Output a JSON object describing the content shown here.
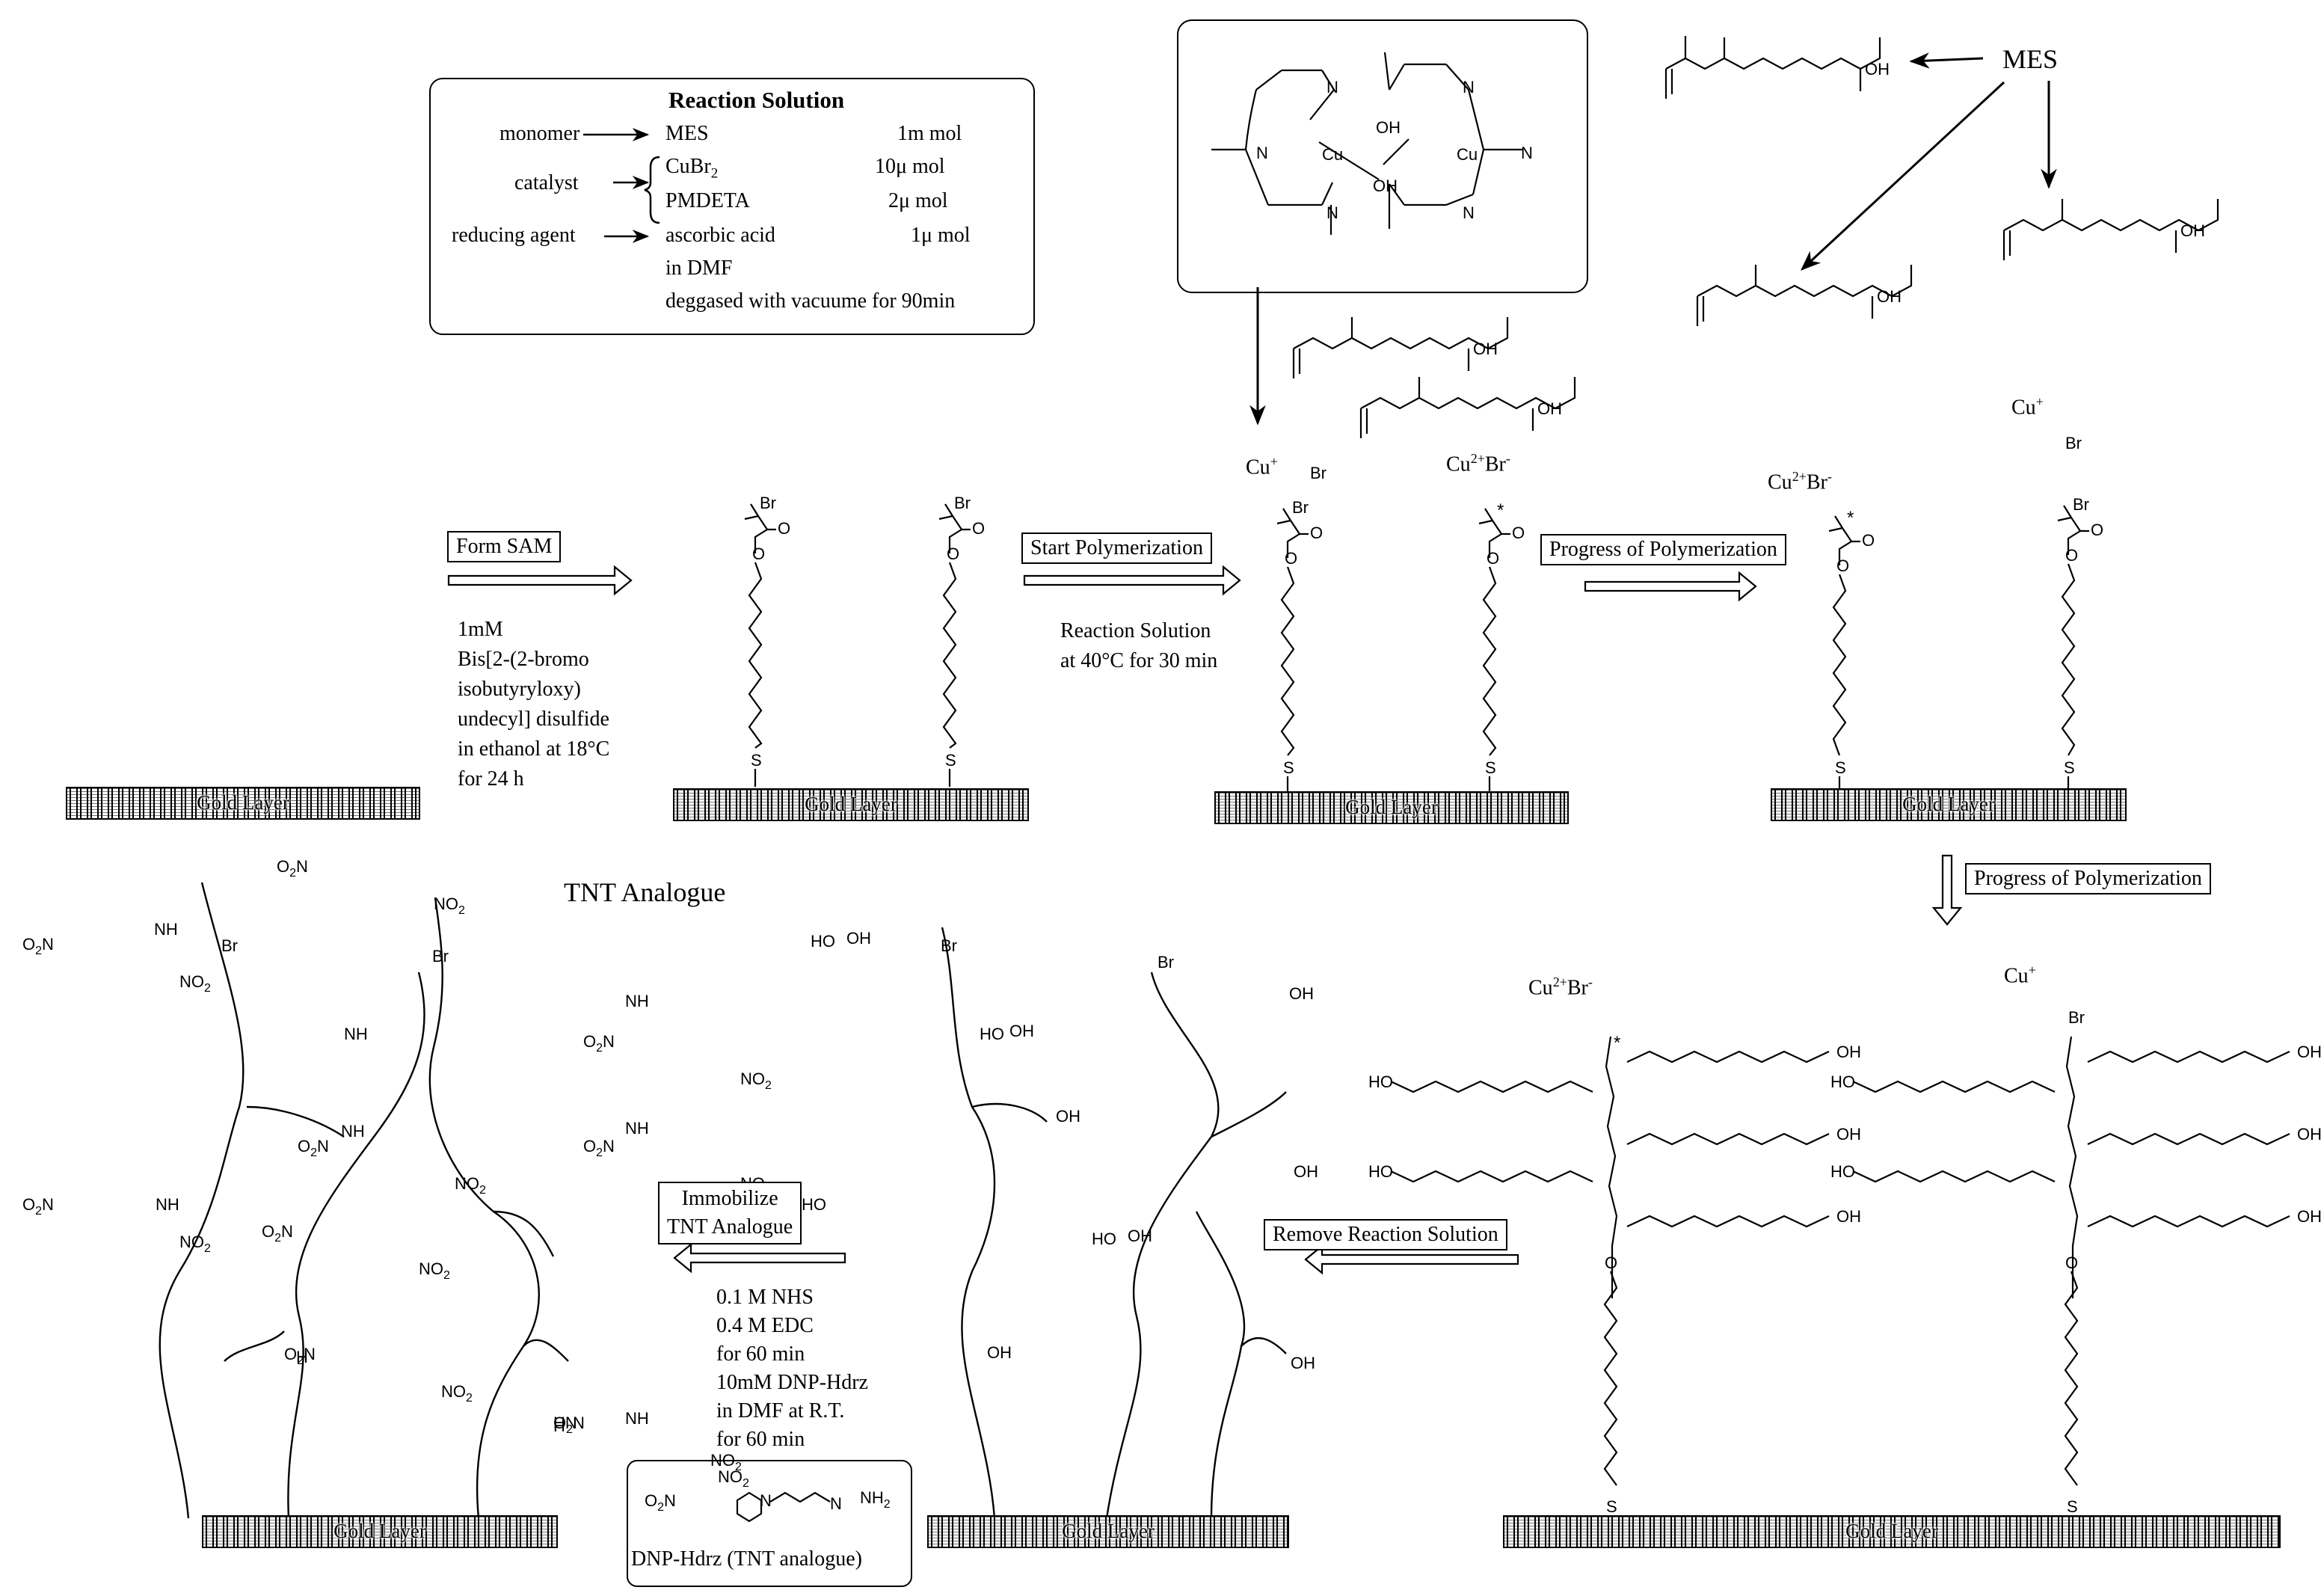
{
  "reaction_solution": {
    "title": "Reaction Solution",
    "role_monomer": "monomer",
    "role_catalyst": "catalyst",
    "role_reducing": "reducing agent",
    "mes": "MES",
    "mes_amount": "1m mol",
    "cubr2": "CuBr",
    "cubr2_sub": "2",
    "cubr2_amount": "10μ mol",
    "pmdeta": "PMDETA",
    "pmdeta_amount": "2μ mol",
    "ascorbic": "ascorbic acid",
    "ascorbic_amount": "1μ mol",
    "solvent": "in DMF",
    "degas": "deggased with vacuume for 90min"
  },
  "mes_label": "MES",
  "steps": {
    "form_sam": "Form SAM",
    "sam_conditions": [
      "1mM",
      "Bis[2-(2-bromo",
      "isobutyryloxy)",
      "undecyl] disulfide",
      "in ethanol at 18°C",
      "for 24 h"
    ],
    "start_polymerization": "Start Polymerization",
    "start_conditions": [
      "Reaction Solution",
      "at 40°C for 30 min"
    ],
    "progress_1": "Progress of Polymerization",
    "progress_2": "Progress of Polymerization",
    "remove_solution": "Remove Reaction Solution",
    "immobilize_line1": "Immobilize",
    "immobilize_line2": "TNT Analogue",
    "immobilize_conditions": [
      "0.1 M NHS",
      "0.4 M EDC",
      "for 60 min",
      "10mM DNP-Hdrz",
      "in DMF at R.T.",
      "for 60 min"
    ]
  },
  "gold_layer": "Gold Layer",
  "tnt_analogue": "TNT Analogue",
  "dnp_caption": "DNP-Hdrz (TNT analogue)",
  "ions": {
    "cu_plus": "Cu",
    "cu_plus_sup": "+",
    "cu2": "Cu",
    "cu2_sup": "2+",
    "br": "Br",
    "br_sup": "-"
  },
  "atoms": {
    "br": "Br",
    "o": "O",
    "s": "S",
    "oh": "OH",
    "ho": "HO",
    "nh": "NH",
    "hn": "HN",
    "h": "H",
    "n": "N",
    "cu": "Cu",
    "no2": "NO",
    "no2_sub": "2",
    "o2n": "O",
    "o2n_sub": "2",
    "o2n_n": "N",
    "nh2": "NH",
    "nh2_sub": "2",
    "star": "*"
  }
}
